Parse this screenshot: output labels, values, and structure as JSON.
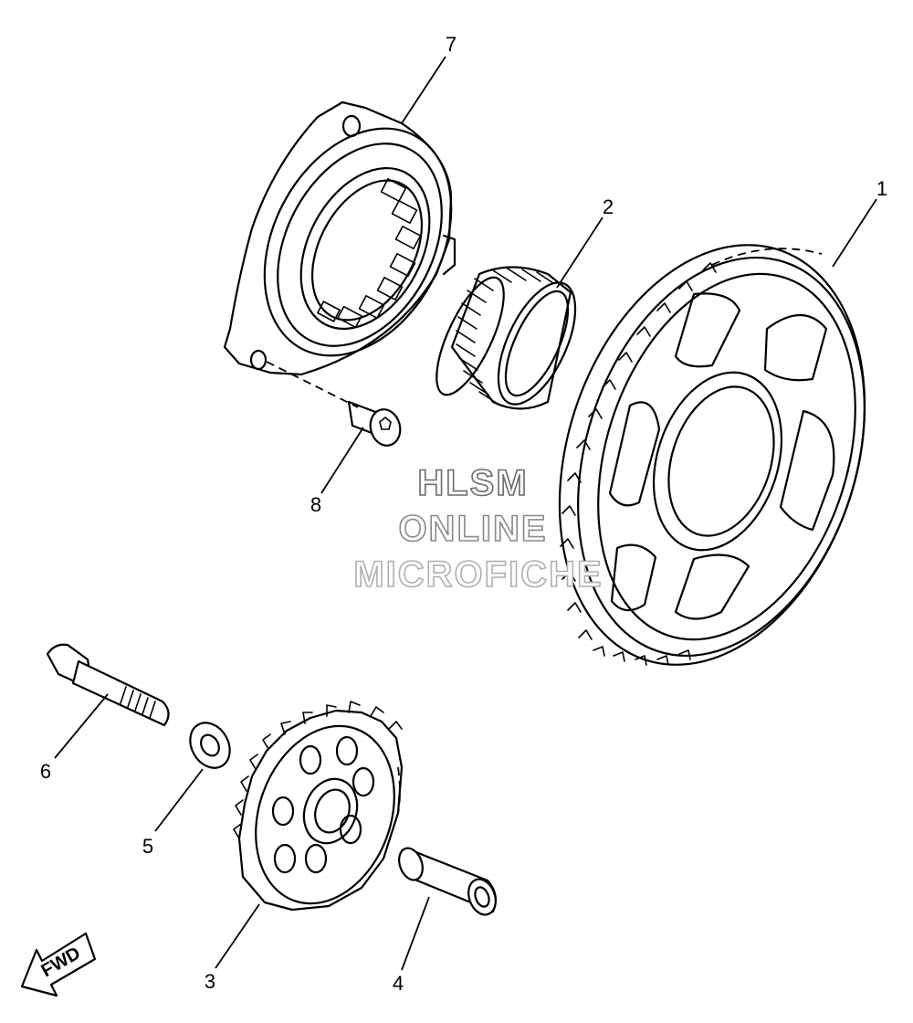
{
  "callouts": {
    "c1": "1",
    "c2": "2",
    "c3": "3",
    "c4": "4",
    "c5": "5",
    "c6": "6",
    "c7": "7",
    "c8": "8"
  },
  "watermark": {
    "line1": "HLSM",
    "line2": "ONLINE",
    "line3": "MICROFICHE",
    "colors": [
      "#6b6b6b",
      "#8a8a8a",
      "#b0b0b0"
    ]
  },
  "fwd_arrow": {
    "label": "FWD",
    "icon": "fwd-arrow-icon"
  }
}
